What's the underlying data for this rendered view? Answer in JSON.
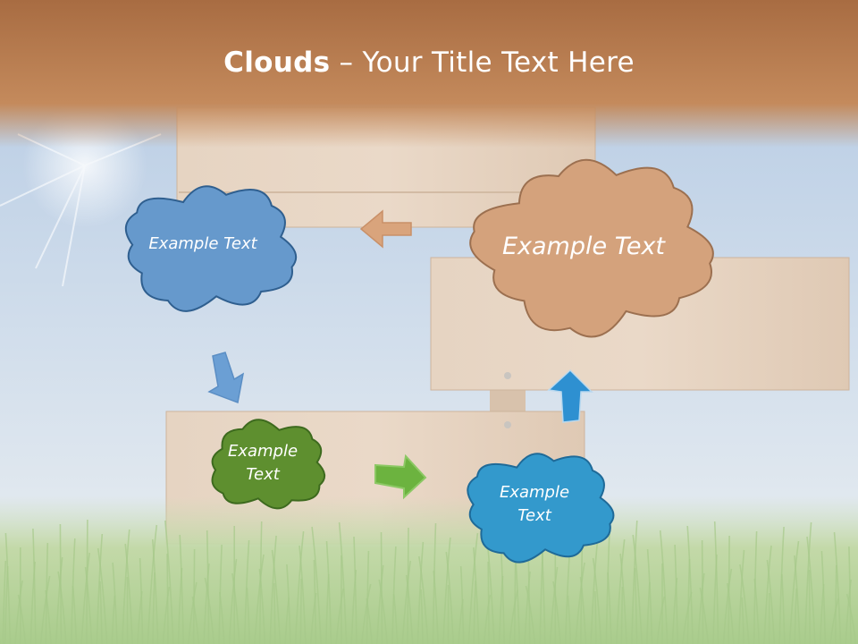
{
  "title": {
    "bold": "Clouds",
    "separator": " – ",
    "rest": "Your Title Text Here"
  },
  "clouds": [
    {
      "id": "blue-large",
      "lines": [
        "Example Text"
      ],
      "color": "#6699cc"
    },
    {
      "id": "tan-large",
      "lines": [
        "Example Text"
      ],
      "color": "#d4a27c"
    },
    {
      "id": "green",
      "lines": [
        "Example",
        "Text"
      ],
      "color": "#5e8f2f"
    },
    {
      "id": "blue-small",
      "lines": [
        "Example",
        "Text"
      ],
      "color": "#3399cc"
    }
  ],
  "colors": {
    "header": "#b87a4c",
    "sky": "#b9cde4",
    "wood": "#e2cdb8",
    "grass": "#b8d49a",
    "arrow_tan": "#d9a47c",
    "arrow_blue_light": "#6b9fd4",
    "arrow_green": "#6cb33f",
    "arrow_blue": "#2e90d1"
  },
  "icons": [
    "sun-glare",
    "arrow-left",
    "arrow-down",
    "arrow-right",
    "arrow-up"
  ]
}
